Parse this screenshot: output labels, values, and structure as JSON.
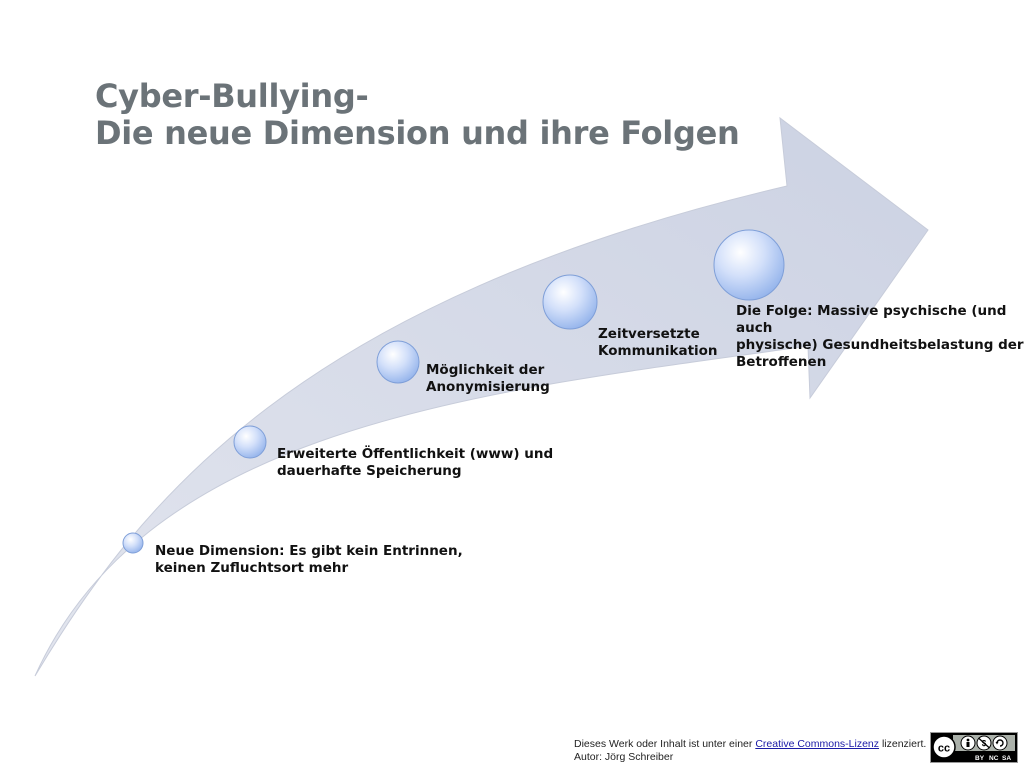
{
  "title": {
    "line1": "Cyber-Bullying-",
    "line2": "Die neue Dimension und ihre Folgen"
  },
  "steps": [
    {
      "label": "Neue Dimension: Es gibt kein Entrinnen,\nkeinen Zufluchtsort mehr"
    },
    {
      "label": "Erweiterte Öffentlichkeit (www) und\ndauerhafte Speicherung"
    },
    {
      "label": "Möglichkeit der\nAnonymisierung"
    },
    {
      "label": "Zeitversetzte\nKommunikation"
    },
    {
      "label": "Die Folge: Massive psychische (und auch\nphysische) Gesundheitsbelastung der\nBetroffenen"
    }
  ],
  "footer": {
    "line1_prefix": "Dieses Werk oder Inhalt ist unter einer ",
    "link_text": "Creative Commons-Lizenz",
    "line1_suffix": " lizenziert.",
    "line2": "Autor: Jörg Schreiber"
  },
  "license_badge": {
    "icons": [
      "creative-commons-icon",
      "attribution-icon",
      "noncommercial-icon",
      "sharealike-icon"
    ],
    "terms": [
      "BY",
      "NC",
      "SA"
    ]
  },
  "colors": {
    "title": "#6b7378",
    "arrow": "#d5d9e6",
    "node": "#b6caf2",
    "text": "#111111",
    "link": "#1a1aa6"
  }
}
